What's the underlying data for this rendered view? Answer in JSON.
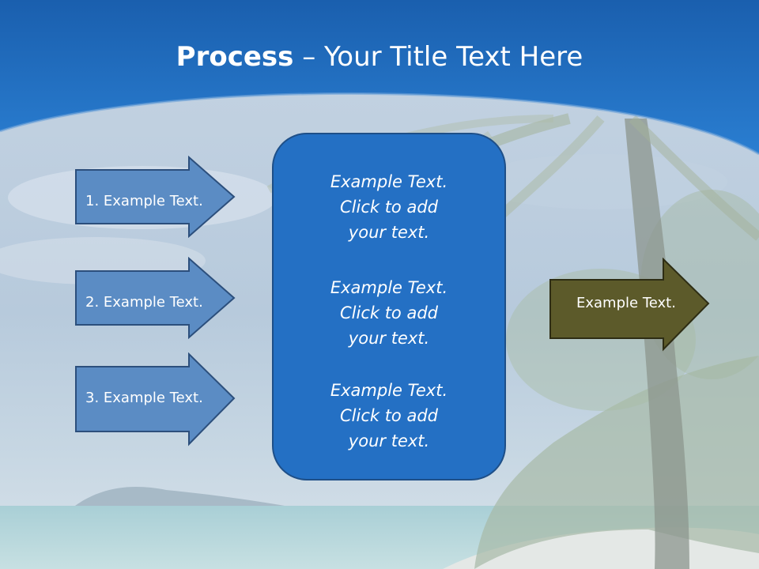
{
  "slide": {
    "title_bold": "Process",
    "title_dash": " – ",
    "title_rest": "Your Title Text Here"
  },
  "left_arrows": [
    {
      "label": "1. Example Text."
    },
    {
      "label": "2. Example Text."
    },
    {
      "label": "3. Example Text."
    }
  ],
  "center_box": {
    "blocks": [
      {
        "line1": "Example Text.",
        "line2": "Click  to add",
        "line3": "your text."
      },
      {
        "line1": "Example Text.",
        "line2": "Click  to add",
        "line3": "your text."
      },
      {
        "line1": "Example Text.",
        "line2": "Click  to add",
        "line3": "your text."
      }
    ]
  },
  "right_arrow": {
    "label": "Example Text."
  },
  "colors": {
    "header_blue": "#1f6cc0",
    "arrow_blue": "#5b8cc4",
    "box_blue": "#2470c4",
    "olive_arrow": "#5c5a2a"
  }
}
